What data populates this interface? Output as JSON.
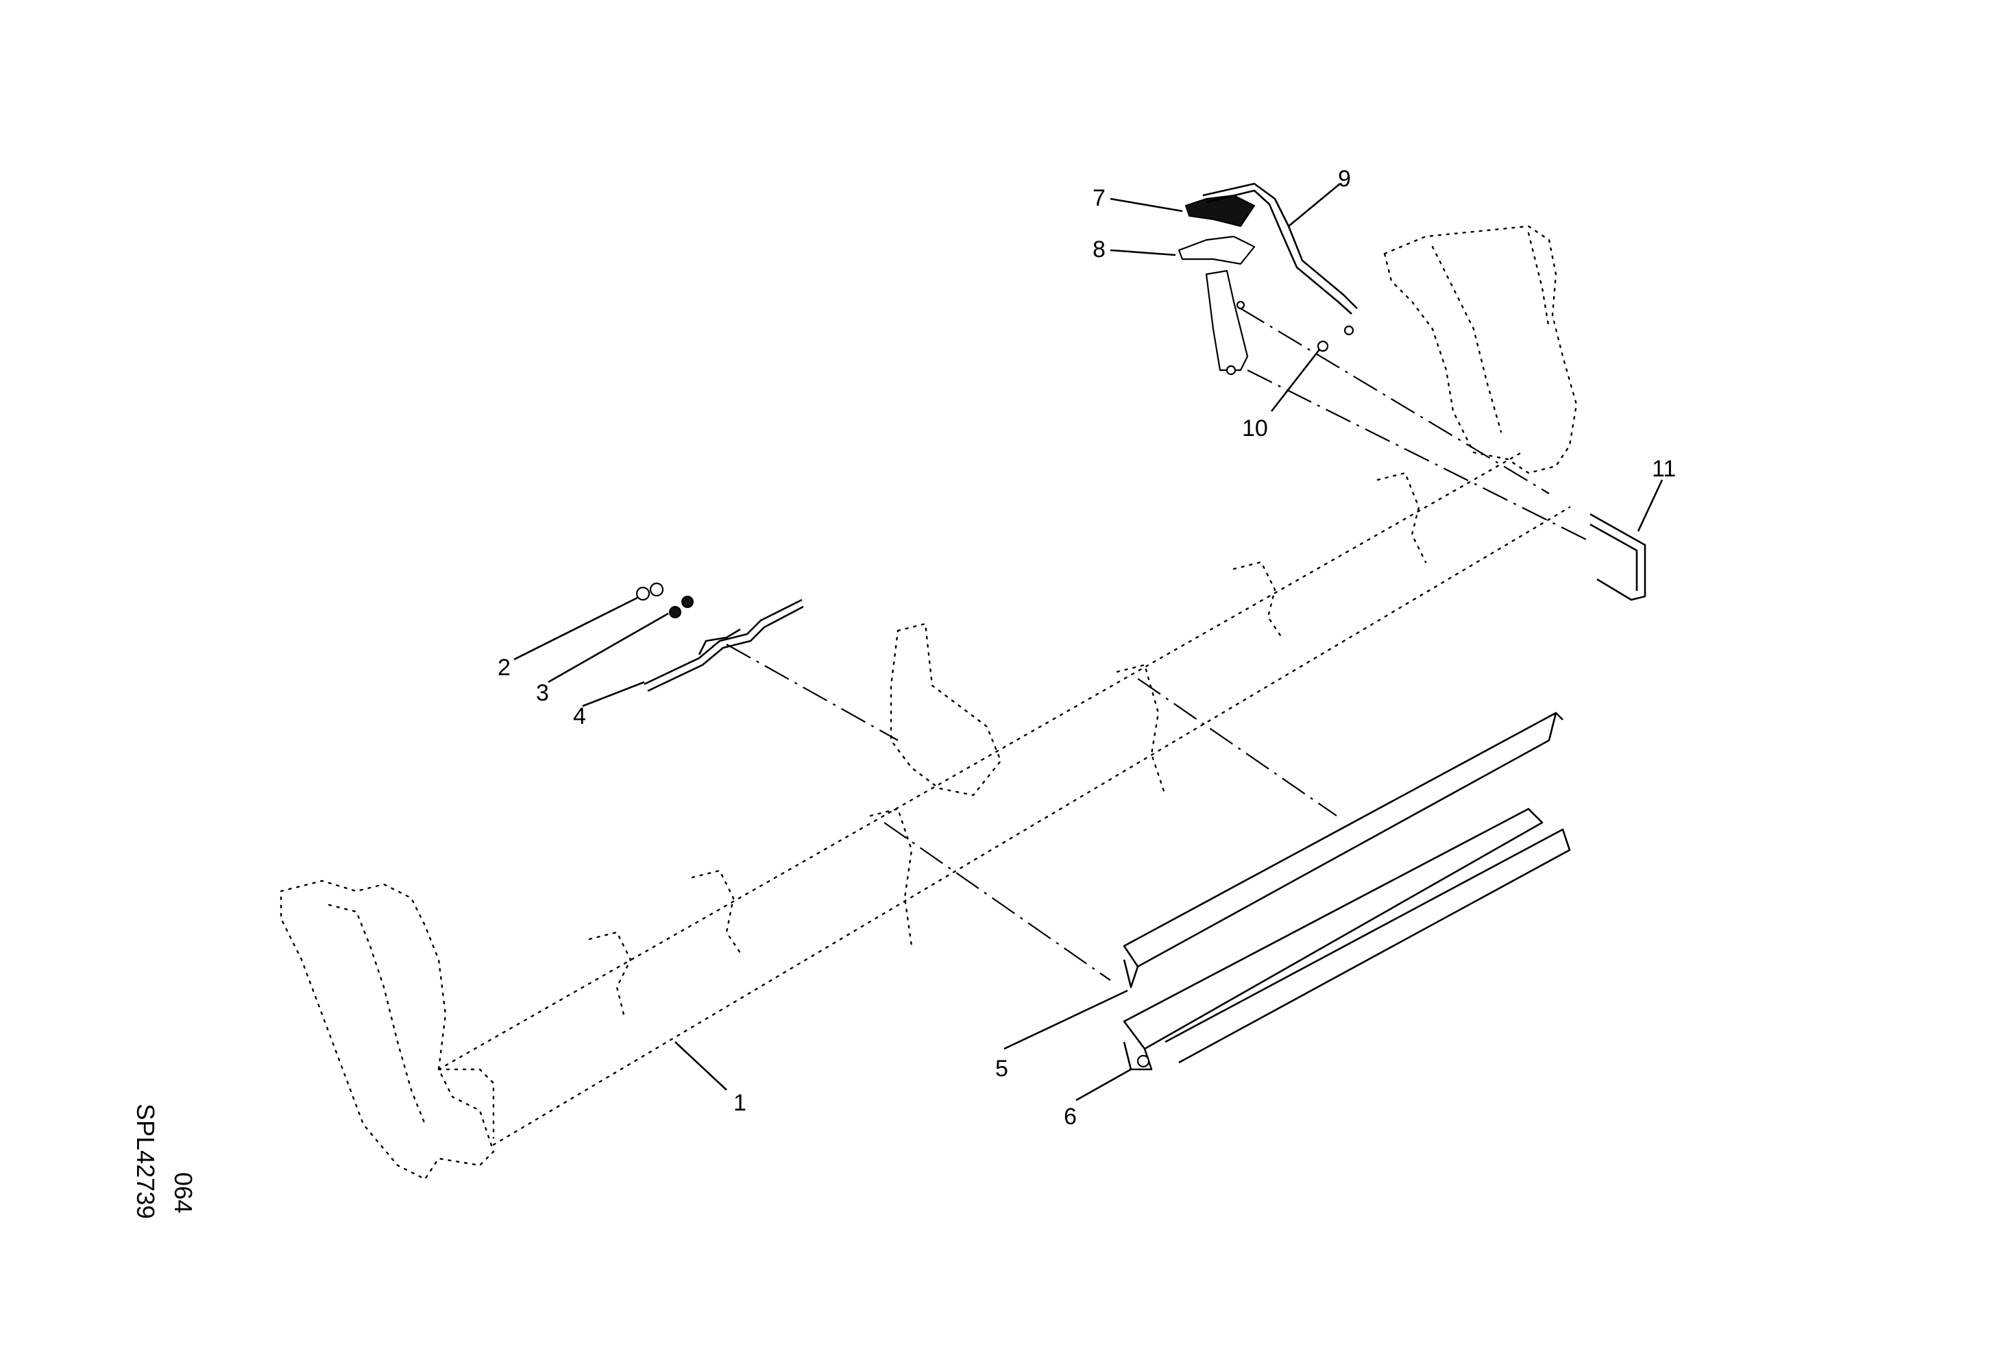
{
  "drawing": {
    "code_primary": "SPL42739",
    "code_secondary": "064"
  },
  "callouts": [
    {
      "id": "1",
      "label": "1"
    },
    {
      "id": "2",
      "label": "2"
    },
    {
      "id": "3",
      "label": "3"
    },
    {
      "id": "4",
      "label": "4"
    },
    {
      "id": "5",
      "label": "5"
    },
    {
      "id": "6",
      "label": "6"
    },
    {
      "id": "7",
      "label": "7"
    },
    {
      "id": "8",
      "label": "8"
    },
    {
      "id": "9",
      "label": "9"
    },
    {
      "id": "10",
      "label": "10"
    },
    {
      "id": "11",
      "label": "11"
    }
  ]
}
